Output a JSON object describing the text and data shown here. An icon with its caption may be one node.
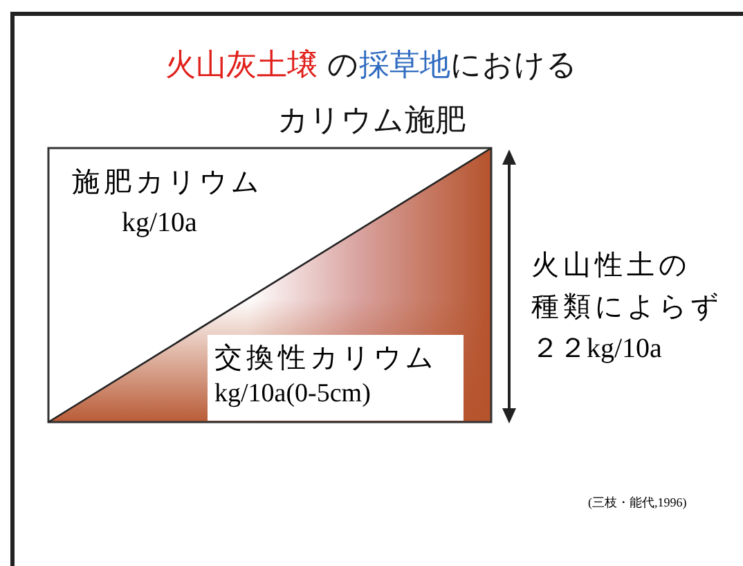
{
  "diagram": {
    "title": "火山灰土壌 の採草地におけるカリウム施肥",
    "nodes": [
      {
        "text": [
          "施肥カリウム",
          "kg/10a"
        ]
      },
      {
        "text": [
          "交換性カリウム",
          "kg/10a(0-5cm)"
        ]
      }
    ],
    "labels": [
      "火山性土の",
      "種類によらず",
      "２２kg/10a",
      "(三枝・能代,1996)"
    ]
  }
}
